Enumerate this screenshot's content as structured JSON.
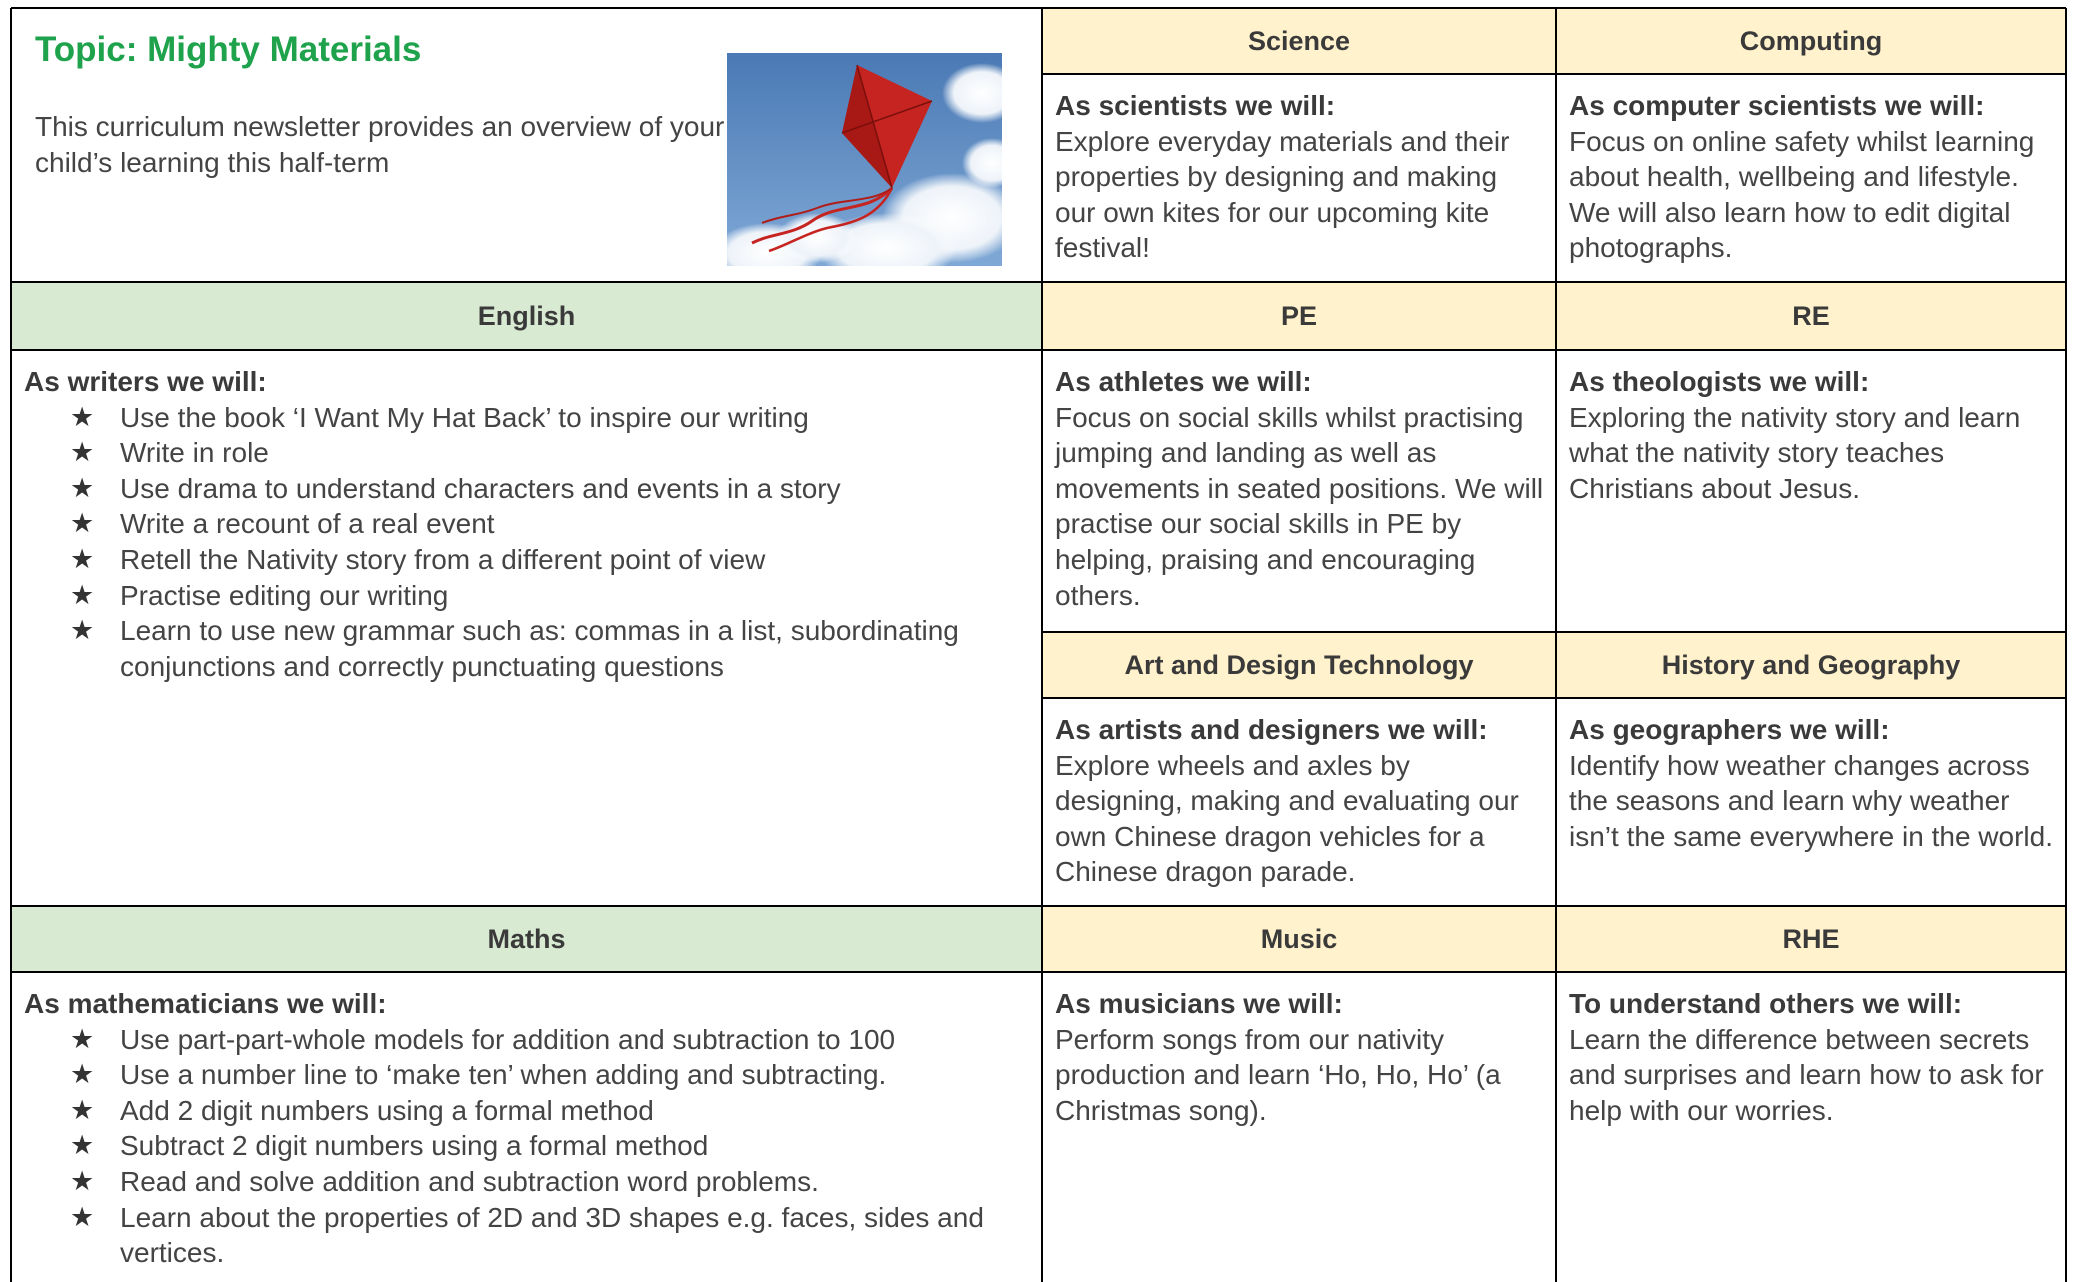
{
  "header": {
    "topic_title": "Topic: Mighty Materials",
    "intro": "This curriculum newsletter provides an overview of your child’s learning this half-term",
    "kite_image_icon": "red-kite-in-blue-sky-photo"
  },
  "colors": {
    "topic_green": "#1ea24b",
    "core_subject_header": "#d9ead3",
    "foundation_subject_header": "#fff2cc",
    "grid_line": "#000000"
  },
  "bullet_icon": "black-star-icon",
  "bullet_glyph": "★",
  "subjects": {
    "science": {
      "title": "Science",
      "lead": "As scientists we will:",
      "text": "Explore everyday materials and their properties by designing and making our own kites for our upcoming kite festival!"
    },
    "computing": {
      "title": "Computing",
      "lead": "As computer scientists we will:",
      "text": "Focus on online safety whilst learning about health, wellbeing and lifestyle. We will also learn how to edit digital photographs."
    },
    "english": {
      "title": "English",
      "lead": "As writers we will:",
      "items": [
        "Use the book ‘I Want My Hat Back’ to inspire our writing",
        "Write in role",
        "Use drama to understand characters and events in a story",
        "Write a recount of a real event",
        "Retell the Nativity story from a different point of view",
        "Practise editing our writing",
        "Learn to use new grammar such as: commas in a list, subordinating conjunctions and correctly punctuating questions"
      ]
    },
    "pe": {
      "title": "PE",
      "lead": "As athletes we will:",
      "text": "Focus on social skills whilst practising jumping and landing as well as movements in seated positions. We will practise our social skills in PE by helping, praising and encouraging others."
    },
    "re": {
      "title": "RE",
      "lead": "As theologists we will:",
      "text": "Exploring the nativity story and learn what the nativity story teaches Christians about Jesus."
    },
    "art": {
      "title": "Art and Design Technology",
      "lead": "As artists and designers we will:",
      "text": "Explore wheels and axles by designing, making and evaluating our own Chinese dragon vehicles for a Chinese dragon parade."
    },
    "history": {
      "title": "History and Geography",
      "lead": "As geographers we will:",
      "text": "Identify how weather changes across the seasons and learn why weather isn’t the same everywhere in the world."
    },
    "maths": {
      "title": "Maths",
      "lead": "As mathematicians we will:",
      "items": [
        "Use part-part-whole models for addition and subtraction to 100",
        "Use a number line to ‘make ten’ when adding and subtracting.",
        "Add 2 digit numbers using a formal method",
        "Subtract 2 digit numbers using a formal method",
        "Read and solve addition and subtraction word problems.",
        "Learn about the properties of 2D and 3D shapes e.g. faces, sides and vertices."
      ]
    },
    "music": {
      "title": "Music",
      "lead": "As musicians we will:",
      "text": "Perform songs from our nativity production and learn ‘Ho, Ho, Ho’ (a Christmas song)."
    },
    "rhe": {
      "title": "RHE",
      "lead": "To understand others we will:",
      "text": "Learn the difference between secrets and surprises and learn how to ask for help with our worries."
    }
  }
}
